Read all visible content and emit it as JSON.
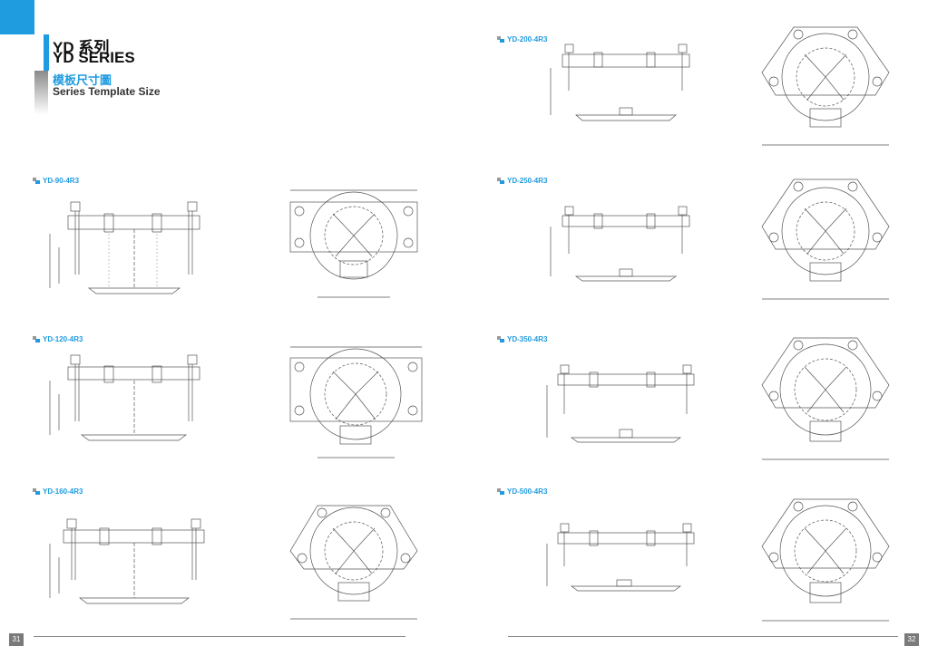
{
  "header": {
    "title_cn": "YD 系列",
    "title_en": "YD SERIES",
    "subtitle_cn": "模板尺寸圖",
    "subtitle_en": "Series Template Size"
  },
  "models": [
    "YD-90-4R3",
    "YD-120-4R3",
    "YD-160-4R3",
    "YD-200-4R3",
    "YD-250-4R3",
    "YD-350-4R3",
    "YD-500-4R3"
  ],
  "pages": {
    "left": "31",
    "right": "32"
  },
  "colors": {
    "accent": "#1f9be0",
    "line": "#555555",
    "grey": "#7a7a7a"
  }
}
